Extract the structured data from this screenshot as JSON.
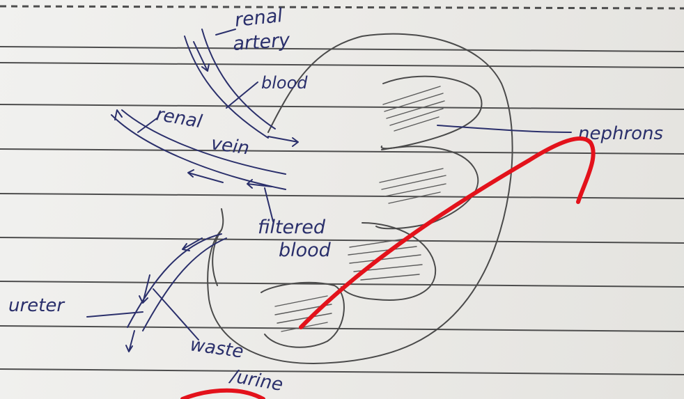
{
  "labels": {
    "renal_artery_1": "renal",
    "renal_artery_2": "artery",
    "blood": "blood",
    "renal_vein_1": "renal",
    "renal_vein_2": "vein",
    "filtered_blood_1": "filtered",
    "filtered_blood_2": "blood",
    "nephrons": "nephrons",
    "ureter": "ureter",
    "waste_urine_1": "waste",
    "waste_urine_2": "/urine"
  },
  "colors": {
    "ink_blue": "#2a2f6b",
    "pencil": "#4a4a4a",
    "red_mark": "#e3121b",
    "paper_line": "#4d4d4d"
  }
}
